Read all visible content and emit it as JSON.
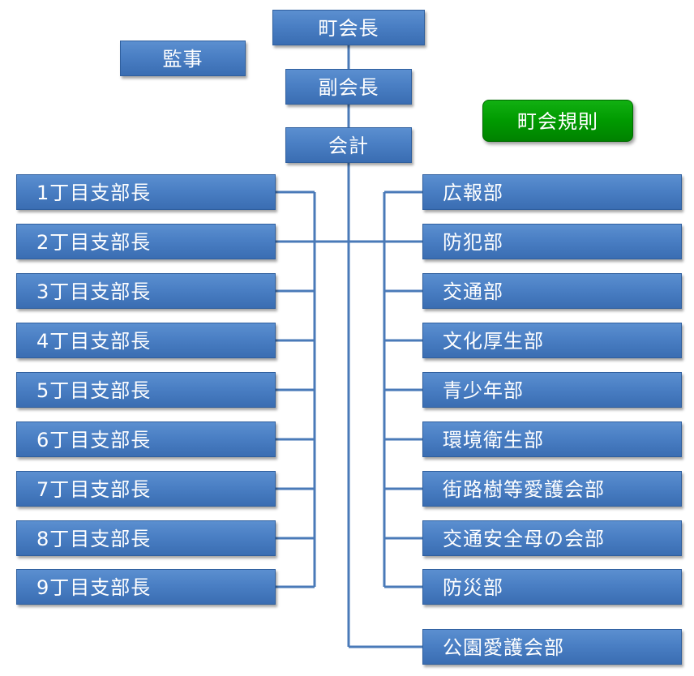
{
  "top": {
    "chairman": "町会長",
    "auditor": "監事",
    "vice_chairman": "副会長",
    "treasurer": "会計",
    "rules_button": "町会規則"
  },
  "branches": [
    "1丁目支部長",
    "2丁目支部長",
    "3丁目支部長",
    "4丁目支部長",
    "5丁目支部長",
    "6丁目支部長",
    "7丁目支部長",
    "8丁目支部長",
    "9丁目支部長"
  ],
  "departments": [
    "広報部",
    "防犯部",
    "交通部",
    "文化厚生部",
    "青少年部",
    "環境衛生部",
    "街路樹等愛護会部",
    "交通安全母の会部",
    "防災部"
  ],
  "park_department": "公園愛護会部",
  "colors": {
    "box": "#4a7fc4",
    "line": "#4a7ab8",
    "rules": "#009a00"
  }
}
